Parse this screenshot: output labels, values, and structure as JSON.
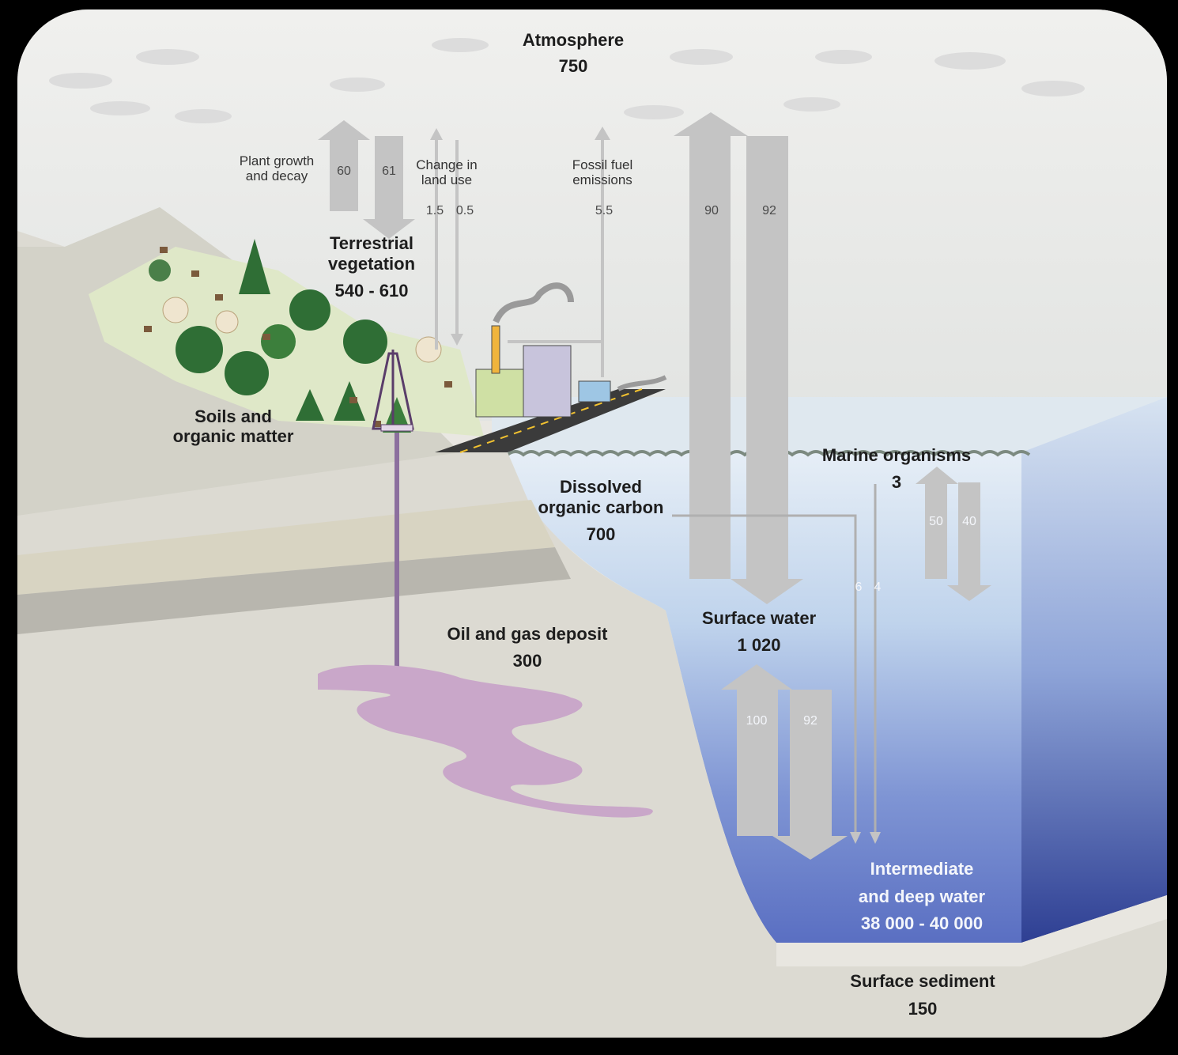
{
  "atmosphere": {
    "name": "Atmosphere",
    "value": "750"
  },
  "terrestrial_vegetation": {
    "name_line1": "Terrestrial",
    "name_line2": "vegetation",
    "value": "540 - 610"
  },
  "soils": {
    "line1": "Soils and",
    "line2": "organic matter"
  },
  "plant_growth": {
    "line1": "Plant growth",
    "line2": "and decay",
    "up": "60",
    "down": "61"
  },
  "land_use": {
    "line1": "Change in",
    "line2": "land use",
    "up": "1.5",
    "down": "0.5"
  },
  "fossil_fuel": {
    "line1": "Fossil fuel",
    "line2": "emissions",
    "value": "5.5"
  },
  "ocean_exchange": {
    "up": "90",
    "down": "92"
  },
  "marine_organisms": {
    "name": "Marine organisms",
    "value": "3",
    "up": "50",
    "down": "40"
  },
  "dissolved_organic_carbon": {
    "line1": "Dissolved",
    "line2": "organic carbon",
    "value": "700",
    "flux_a": "6",
    "flux_b": "4"
  },
  "surface_water": {
    "name": "Surface water",
    "value": "1 020",
    "up": "100",
    "down": "92"
  },
  "oil_gas": {
    "name": "Oil and gas deposit",
    "value": "300"
  },
  "deep_water": {
    "line1": "Intermediate",
    "line2": "and deep water",
    "value": "38 000 - 40 000"
  },
  "surface_sediment": {
    "name": "Surface sediment",
    "value": "150"
  },
  "colors": {
    "sky": "#eeeeec",
    "ocean_surface": "#dfe8f3",
    "ocean_deep": "#3d4fa2",
    "arrow": "#c4c4c4",
    "oil": "#c9a7c9"
  }
}
